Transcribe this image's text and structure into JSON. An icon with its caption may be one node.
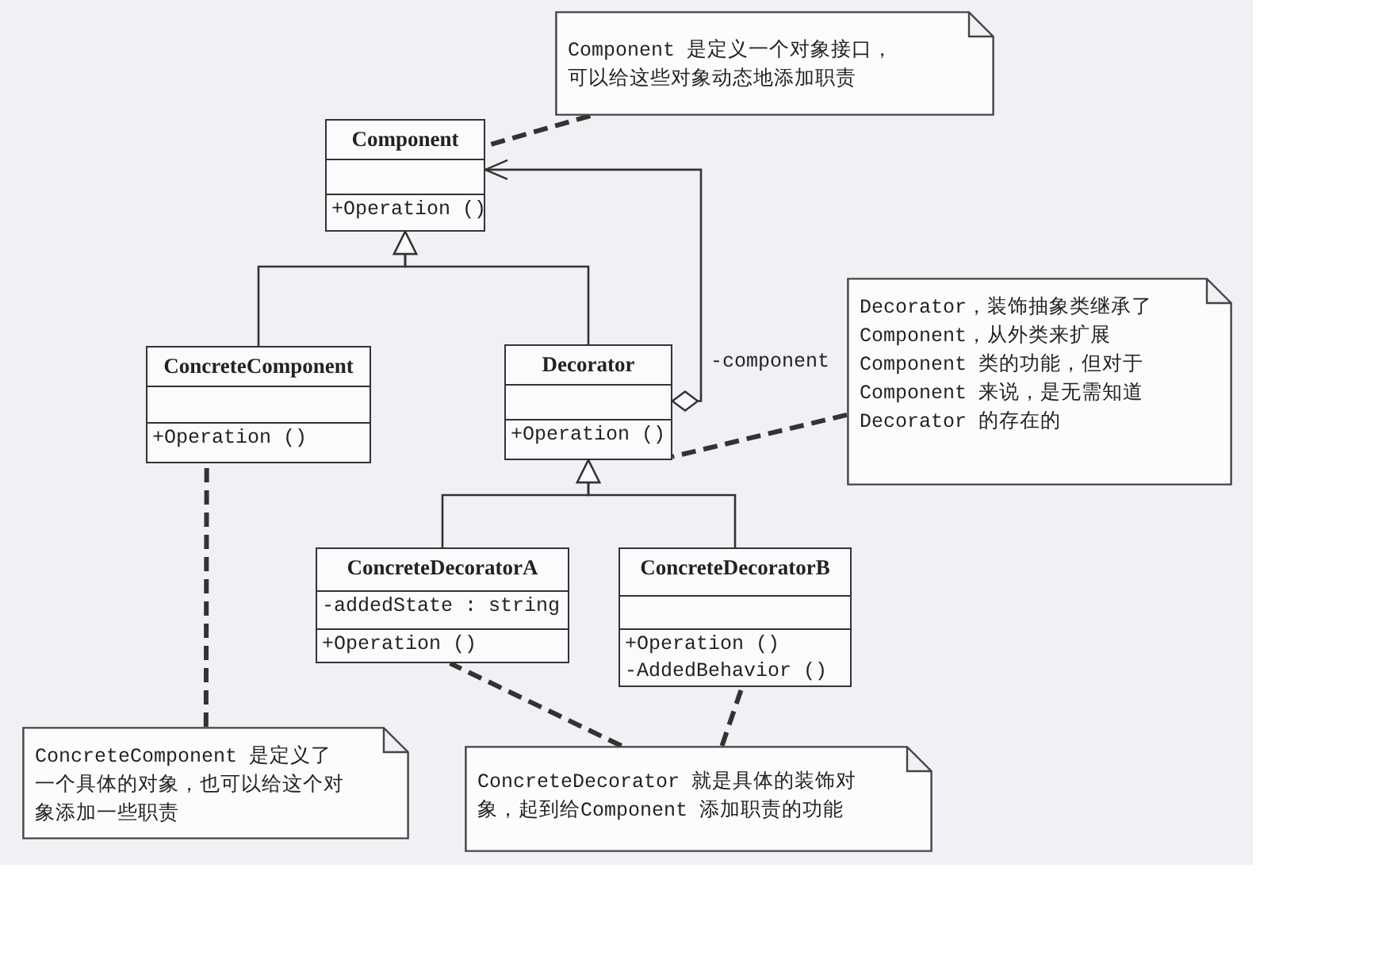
{
  "diagram": {
    "nodes": [
      {
        "text": [
          "Component",
          "+Operation ()"
        ]
      },
      {
        "text": [
          "ConcreteComponent",
          "+Operation ()"
        ]
      },
      {
        "text": [
          "Decorator",
          "+Operation ()"
        ]
      },
      {
        "text": [
          "ConcreteDecoratorA",
          "-addedState : string",
          "+Operation ()"
        ]
      },
      {
        "text": [
          "ConcreteDecoratorB",
          "+Operation ()",
          "-AddedBehavior ()"
        ]
      },
      {
        "text": [
          "Component 是定义一个对象接口，可以给这些对象动态地添加职责"
        ]
      },
      {
        "text": [
          "Decorator，装饰抽象类继承了Component，从外类来扩展Component 类的功能，但对于Component 来说，是无需知道Decorator 的存在的"
        ]
      },
      {
        "text": [
          "ConcreteComponent 是定义了一个具体的对象，也可以给这个对象添加一些职责"
        ]
      },
      {
        "text": [
          "ConcreteDecorator 就是具体的装饰对象，起到给Component 添加职责的功能"
        ]
      }
    ],
    "edges": [
      {
        "from": 1,
        "to": 0,
        "arrow": "to"
      },
      {
        "from": 2,
        "to": 0,
        "arrow": "to"
      },
      {
        "from": 2,
        "to": 0,
        "arrow": "to",
        "label": "-component"
      },
      {
        "from": 3,
        "to": 2,
        "arrow": "to"
      },
      {
        "from": 4,
        "to": 2,
        "arrow": "to"
      },
      {
        "from": 5,
        "to": 0,
        "arrow": "none",
        "style": "dashed"
      },
      {
        "from": 6,
        "to": 2,
        "arrow": "none",
        "style": "dashed"
      },
      {
        "from": 7,
        "to": 1,
        "arrow": "none",
        "style": "dashed"
      },
      {
        "from": 8,
        "to": 3,
        "arrow": "none",
        "style": "dashed"
      },
      {
        "from": 8,
        "to": 4,
        "arrow": "none",
        "style": "dashed"
      }
    ]
  }
}
